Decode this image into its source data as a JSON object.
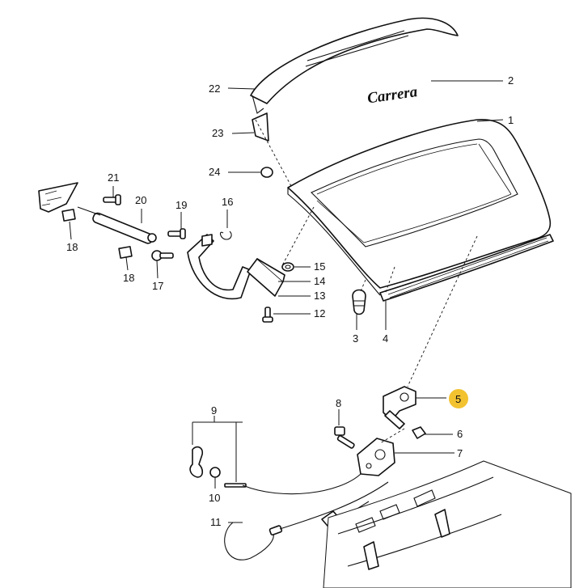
{
  "diagram": {
    "logo_text": "Carrera",
    "highlight_color": "#f2c230",
    "callouts": [
      {
        "id": "p1",
        "label": "1"
      },
      {
        "id": "p2",
        "label": "2"
      },
      {
        "id": "p3",
        "label": "3"
      },
      {
        "id": "p4",
        "label": "4"
      },
      {
        "id": "p5",
        "label": "5",
        "highlighted": true
      },
      {
        "id": "p6",
        "label": "6"
      },
      {
        "id": "p7",
        "label": "7"
      },
      {
        "id": "p8",
        "label": "8"
      },
      {
        "id": "p9",
        "label": "9"
      },
      {
        "id": "p10",
        "label": "10"
      },
      {
        "id": "p11",
        "label": "11"
      },
      {
        "id": "p12",
        "label": "12"
      },
      {
        "id": "p13",
        "label": "13"
      },
      {
        "id": "p14",
        "label": "14"
      },
      {
        "id": "p15",
        "label": "15"
      },
      {
        "id": "p16",
        "label": "16"
      },
      {
        "id": "p17",
        "label": "17"
      },
      {
        "id": "p18a",
        "label": "18"
      },
      {
        "id": "p18b",
        "label": "18"
      },
      {
        "id": "p19",
        "label": "19"
      },
      {
        "id": "p20",
        "label": "20"
      },
      {
        "id": "p21",
        "label": "21"
      },
      {
        "id": "p22",
        "label": "22"
      },
      {
        "id": "p23",
        "label": "23"
      },
      {
        "id": "p24",
        "label": "24"
      }
    ]
  }
}
